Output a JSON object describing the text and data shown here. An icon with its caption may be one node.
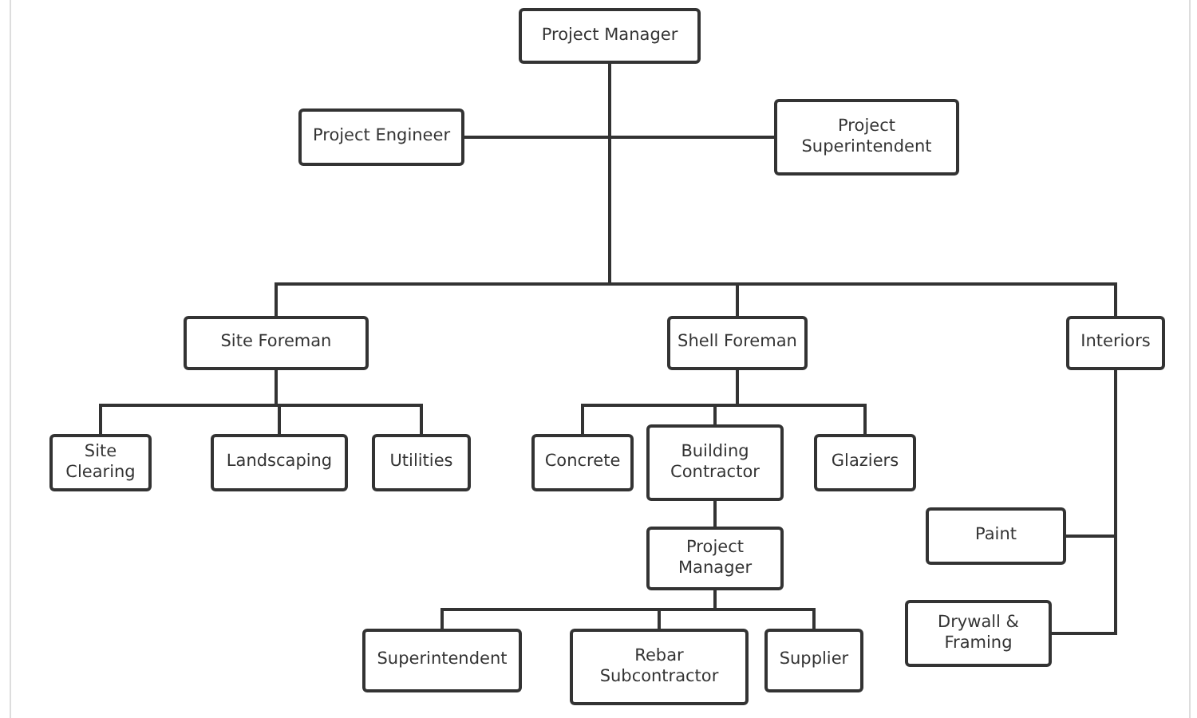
{
  "diagram": {
    "nodes": [
      {
        "text": [
          "Project Manager"
        ]
      },
      {
        "text": [
          "Project Engineer"
        ]
      },
      {
        "text": [
          "Project Superintendent"
        ]
      },
      {
        "text": [
          "Site Foreman"
        ]
      },
      {
        "text": [
          "Shell Foreman"
        ]
      },
      {
        "text": [
          "Interiors"
        ]
      },
      {
        "text": [
          "Site Clearing"
        ]
      },
      {
        "text": [
          "Landscaping"
        ]
      },
      {
        "text": [
          "Utilities"
        ]
      },
      {
        "text": [
          "Concrete"
        ]
      },
      {
        "text": [
          "Building Contractor"
        ]
      },
      {
        "text": [
          "Glaziers"
        ]
      },
      {
        "text": [
          "Project Manager"
        ]
      },
      {
        "text": [
          "Superintendent"
        ]
      },
      {
        "text": [
          "Rebar Subcontractor"
        ]
      },
      {
        "text": [
          "Supplier"
        ]
      },
      {
        "text": [
          "Paint"
        ]
      },
      {
        "text": [
          "Drywall & Framing"
        ]
      }
    ],
    "edges": [
      {
        "from": 0,
        "to": 1,
        "arrow": "none"
      },
      {
        "from": 0,
        "to": 2,
        "arrow": "none"
      },
      {
        "from": 0,
        "to": 3,
        "arrow": "none"
      },
      {
        "from": 0,
        "to": 4,
        "arrow": "none"
      },
      {
        "from": 0,
        "to": 5,
        "arrow": "none"
      },
      {
        "from": 3,
        "to": 6,
        "arrow": "none"
      },
      {
        "from": 3,
        "to": 7,
        "arrow": "none"
      },
      {
        "from": 3,
        "to": 8,
        "arrow": "none"
      },
      {
        "from": 4,
        "to": 9,
        "arrow": "none"
      },
      {
        "from": 4,
        "to": 10,
        "arrow": "none"
      },
      {
        "from": 4,
        "to": 11,
        "arrow": "none"
      },
      {
        "from": 10,
        "to": 12,
        "arrow": "none"
      },
      {
        "from": 12,
        "to": 13,
        "arrow": "none"
      },
      {
        "from": 12,
        "to": 14,
        "arrow": "none"
      },
      {
        "from": 12,
        "to": 15,
        "arrow": "none"
      },
      {
        "from": 5,
        "to": 16,
        "arrow": "none"
      },
      {
        "from": 5,
        "to": 17,
        "arrow": "none"
      }
    ]
  }
}
